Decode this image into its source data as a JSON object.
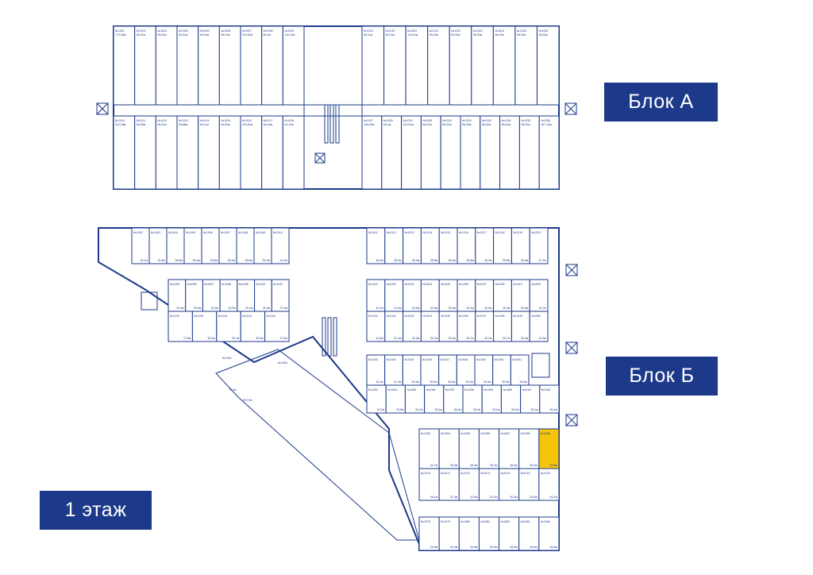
{
  "labels": {
    "block_a": "Блок А",
    "block_b": "Блок Б",
    "floor": "1 этаж"
  },
  "colors": {
    "line": "#1d3a8a",
    "highlight": "#f6c50a",
    "tag_bg": "#1d3a8a",
    "tag_text": "#ffffff"
  },
  "block_a": {
    "top_row": [
      {
        "no": "№1001",
        "area": "172,36м"
      },
      {
        "no": "№1002",
        "area": "96,92м"
      },
      {
        "no": "№1003",
        "area": "96,92м"
      },
      {
        "no": "№1004",
        "area": "96,91м"
      },
      {
        "no": "№1005",
        "area": "96,90м"
      },
      {
        "no": "№1006",
        "area": "96,91м"
      },
      {
        "no": "№1007",
        "area": "110,52м"
      },
      {
        "no": "№1008",
        "area": "84,3м"
      },
      {
        "no": "№1009",
        "area": "110,19м"
      },
      {
        "no": "№1022",
        "area": "98,11м"
      },
      {
        "no": "№1019",
        "area": "84,13м"
      },
      {
        "no": "№1020",
        "area": "110,01м"
      },
      {
        "no": "№1021",
        "area": "96,92м"
      },
      {
        "no": "№1022",
        "area": "96,92м"
      },
      {
        "no": "№1023",
        "area": "96,92м"
      },
      {
        "no": "№1024",
        "area": "96,92м"
      },
      {
        "no": "№1025",
        "area": "96,92м"
      },
      {
        "no": "№1026",
        "area": "95,53м"
      }
    ],
    "bottom_row": [
      {
        "no": "№1010",
        "area": "112,09м"
      },
      {
        "no": "№1011",
        "area": "96,93м"
      },
      {
        "no": "№1012",
        "area": "96,91м"
      },
      {
        "no": "№1013",
        "area": "96,88м"
      },
      {
        "no": "№1014",
        "area": "96,11м"
      },
      {
        "no": "№1015",
        "area": "96,89м"
      },
      {
        "no": "№1016",
        "area": "110,51м"
      },
      {
        "no": "№1017",
        "area": "84,44м"
      },
      {
        "no": "№1018",
        "area": "91,13м"
      },
      {
        "no": "№1027",
        "area": "106,43м"
      },
      {
        "no": "№1028",
        "area": "84,1м"
      },
      {
        "no": "№1029",
        "area": "110,51м"
      },
      {
        "no": "№1030",
        "area": "96,92м"
      },
      {
        "no": "№1031",
        "area": "96,92м"
      },
      {
        "no": "№1032",
        "area": "96,92м"
      },
      {
        "no": "№1033",
        "area": "96,92м"
      },
      {
        "no": "№1034",
        "area": "96,91м"
      },
      {
        "no": "№1035",
        "area": "96,92м"
      },
      {
        "no": "№1036",
        "area": "107,13м"
      }
    ]
  },
  "block_b": {
    "row1_left": [
      {
        "no": "№1002",
        "area": "36,1м"
      },
      {
        "no": "№1003",
        "area": "34,8м"
      },
      {
        "no": "№1004",
        "area": "35,8м"
      },
      {
        "no": "№1005",
        "area": "35,3м"
      },
      {
        "no": "№1006",
        "area": "35,8м"
      },
      {
        "no": "№1007",
        "area": "35,3м"
      },
      {
        "no": "№1008",
        "area": "35,8м"
      },
      {
        "no": "№1009",
        "area": "35,3м"
      },
      {
        "no": "№1010",
        "area": "41,9м"
      }
    ],
    "row1_right": [
      {
        "no": "№1011",
        "area": "48,4м"
      },
      {
        "no": "№1012",
        "area": "36,2м"
      },
      {
        "no": "№1013",
        "area": "35,3м"
      },
      {
        "no": "№1014",
        "area": "35,8м"
      },
      {
        "no": "№1015",
        "area": "35,3м"
      },
      {
        "no": "№1016",
        "area": "35,8м"
      },
      {
        "no": "№1017",
        "area": "35,3м"
      },
      {
        "no": "№1018",
        "area": "35,8м"
      },
      {
        "no": "№1019",
        "area": "35,3м"
      },
      {
        "no": "№1020",
        "area": "47,7м"
      }
    ],
    "mid_left_top": [
      {
        "no": "№1095",
        "area": "30,9м"
      },
      {
        "no": "№1096",
        "area": "30,5м"
      },
      {
        "no": "№1097",
        "area": "30,5м"
      },
      {
        "no": "№1098",
        "area": "30,5м"
      },
      {
        "no": "№1099",
        "area": "30,5м"
      },
      {
        "no": "№1100",
        "area": "30,5м"
      },
      {
        "no": "№1101",
        "area": "37,9м"
      }
    ],
    "mid_left_bottom": [
      {
        "no": "№1109",
        "area": "72,8м"
      },
      {
        "no": "№1105",
        "area": "38,4м"
      },
      {
        "no": "№1104",
        "area": "30,7м"
      },
      {
        "no": "№1103",
        "area": "30,5м"
      },
      {
        "no": "№1102",
        "area": "37,6м"
      }
    ],
    "mid_right_a": [
      {
        "no": "№1021",
        "area": "42,1м"
      },
      {
        "no": "№1022",
        "area": "31,2м"
      },
      {
        "no": "№1023",
        "area": "30,5м"
      },
      {
        "no": "№1024",
        "area": "30,9м"
      },
      {
        "no": "№1025",
        "area": "30,5м"
      },
      {
        "no": "№1026",
        "area": "30,9м"
      },
      {
        "no": "№1027",
        "area": "30,5м"
      },
      {
        "no": "№1028",
        "area": "30,9м"
      },
      {
        "no": "№1110",
        "area": "30,5м"
      },
      {
        "no": "№1029",
        "area": "42,7м"
      }
    ],
    "mid_right_b": [
      {
        "no": "№1031",
        "area": "41,8м"
      },
      {
        "no": "№1032",
        "area": "31,1м"
      },
      {
        "no": "№1033",
        "area": "30,5м"
      },
      {
        "no": "№1034",
        "area": "30,7м"
      },
      {
        "no": "№1035",
        "area": "30,2м"
      },
      {
        "no": "№1036",
        "area": "30,7м"
      },
      {
        "no": "№1037",
        "area": "30,2м"
      },
      {
        "no": "№1038",
        "area": "30,7м"
      },
      {
        "no": "№1039",
        "area": "30,2м"
      },
      {
        "no": "№1052",
        "area": "42,5м"
      }
    ],
    "mid_right_c": [
      {
        "no": "№1040",
        "area": "42,1м"
      },
      {
        "no": "№1044",
        "area": "31,3м"
      },
      {
        "no": "№1045",
        "area": "30,3м"
      },
      {
        "no": "№1046",
        "area": "30,5м"
      },
      {
        "no": "№1047",
        "area": "30,5м"
      },
      {
        "no": "№1048",
        "area": "30,3м"
      },
      {
        "no": "№1049",
        "area": "30,5м"
      },
      {
        "no": "№1050",
        "area": "30,5м"
      },
      {
        "no": "№1051",
        "area": "28,4м"
      }
    ],
    "mid_right_d": [
      {
        "no": "№1053",
        "area": "29,2м"
      },
      {
        "no": "№1054",
        "area": "28,6м"
      },
      {
        "no": "№1055",
        "area": "28,2м"
      },
      {
        "no": "№1056",
        "area": "28,3м"
      },
      {
        "no": "№1057",
        "area": "28,0м"
      },
      {
        "no": "№1058",
        "area": "28,3м"
      },
      {
        "no": "№1059",
        "area": "28,1м"
      },
      {
        "no": "№1060",
        "area": "28,0м"
      },
      {
        "no": "№1061",
        "area": "26,0м"
      },
      {
        "no": "№1062",
        "area": "66,4м"
      }
    ],
    "lower_a": [
      {
        "no": "№1063",
        "area": "44,7м"
      },
      {
        "no": "№1064",
        "area": "45,3м"
      },
      {
        "no": "№1065",
        "area": "39,4м"
      },
      {
        "no": "№1066",
        "area": "39,2м"
      },
      {
        "no": "№1067",
        "area": "36,3м"
      },
      {
        "no": "№1068",
        "area": "36,3м"
      },
      {
        "no": "№1069",
        "area": "93,6м"
      }
    ],
    "lower_b": [
      {
        "no": "№1070",
        "area": "36,1м"
      },
      {
        "no": "№1071",
        "area": "37,3м"
      },
      {
        "no": "№1072",
        "area": "32,9м"
      },
      {
        "no": "№1073",
        "area": "32,2м"
      },
      {
        "no": "№1074",
        "area": "30,3м"
      },
      {
        "no": "№1075",
        "area": "30,5м"
      },
      {
        "no": "№1076",
        "area": "45,2м"
      }
    ],
    "lower_c": [
      {
        "no": "№1078",
        "area": "23,5м"
      },
      {
        "no": "№1079",
        "area": "42,4м"
      },
      {
        "no": "№1080",
        "area": "30,9м"
      },
      {
        "no": "№1081",
        "area": "30,5м"
      },
      {
        "no": "№1082",
        "area": "28,4м"
      },
      {
        "no": "№1083",
        "area": "28,4м"
      },
      {
        "no": "№1084",
        "area": "45,8м"
      }
    ],
    "triangle": [
      {
        "no": "№1091",
        "area": "70,0м"
      },
      {
        "no": "№1090",
        "area": "672,9м"
      }
    ]
  }
}
